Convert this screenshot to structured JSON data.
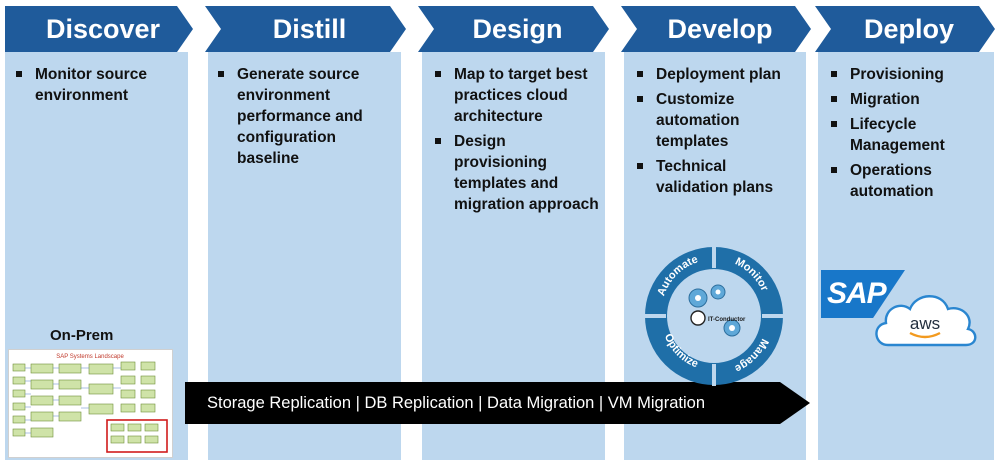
{
  "phases": [
    {
      "title": "Discover",
      "items": [
        "Monitor source environment"
      ]
    },
    {
      "title": "Distill",
      "items": [
        "Generate source environment performance and configuration baseline"
      ]
    },
    {
      "title": "Design",
      "items": [
        "Map to target best practices cloud architecture",
        "Design provisioning templates and migration approach"
      ]
    },
    {
      "title": "Develop",
      "items": [
        "Deployment plan",
        "Customize automation templates",
        "Technical validation plans"
      ]
    },
    {
      "title": "Deploy",
      "items": [
        "Provisioning",
        "Migration",
        "Lifecycle Management",
        "Operations automation"
      ]
    }
  ],
  "on_prem_label": "On-Prem",
  "landscape_title": "SAP Systems Landscape",
  "replication_bar": "Storage Replication | DB Replication | Data Migration | VM Migration",
  "cycle": {
    "steps": [
      "Automate",
      "Monitor",
      "Manage",
      "Optimize"
    ],
    "center_label": "IT-Conductor"
  },
  "logos": {
    "sap": "SAP",
    "aws": "aws"
  },
  "colors": {
    "chevron": "#1f5b9b",
    "column": "#bdd7ee",
    "arrow": "#000000",
    "cycle": "#1f6fa8",
    "gear": "#5fa8d8",
    "sap": "#1877c9",
    "aws_outline": "#2a86d0"
  }
}
